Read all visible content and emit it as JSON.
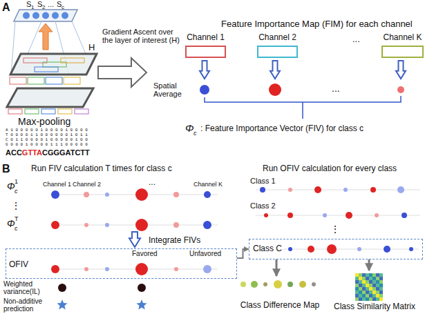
{
  "diagram": {
    "nodes": [
      {
        "text": [
          "Channel 1"
        ]
      },
      {
        "text": [
          "Channel 2"
        ]
      },
      {
        "text": [
          "Channel K"
        ]
      },
      {
        "text": [
          "OFIV",
          "Favored",
          "Unfavored"
        ]
      },
      {
        "text": [
          "Class C"
        ]
      },
      {
        "text": [
          "Class Difference Map"
        ]
      },
      {
        "text": [
          "Class Similarity Matrix"
        ]
      }
    ],
    "edges": [
      {
        "from": 3,
        "to": 4,
        "arrow": "to"
      },
      {
        "from": 4,
        "to": 5,
        "arrow": "to"
      },
      {
        "from": 4,
        "to": 6,
        "arrow": "to"
      }
    ],
    "labels": [
      "A",
      "S",
      "1",
      "S",
      "2",
      "...",
      "S",
      "c",
      "H",
      "Max-pooling",
      "A 1 0 0 0 0 0 1 0 0 0 0 1 0 0 0 0",
      "T 0 0 0 0 1 1 0 0 0 0 0 0 1 0 1 1",
      "C 0 1 1 0 0 0 0 1 0 0 0 0 0 1 0 0",
      "G 0 0 0 1 0 0 0 0 1 1 1 0 0 0 0 0",
      "ACC",
      "GTTA",
      "CGGGATCTT",
      "Gradient Ascent over the layer of interest (H)",
      "Feature Importance Map (FIM) for each channel",
      "...",
      "Spatial Average",
      "...",
      "Φ",
      "c",
      ": Feature Importance Vector (FIV) for class c",
      "B",
      "Run FIV calculation T times for class c",
      "Run OFIV calculation for every class",
      "Φ",
      "c",
      "1",
      "Channel 1",
      "Channel 2",
      "...",
      "Channel K",
      "⋮",
      "Φ",
      "c",
      "T",
      "Integrate FIVs",
      "Weighted variance(IL)",
      "Non-additive prediction",
      "Class 1",
      "Class 2",
      "⋮"
    ]
  }
}
